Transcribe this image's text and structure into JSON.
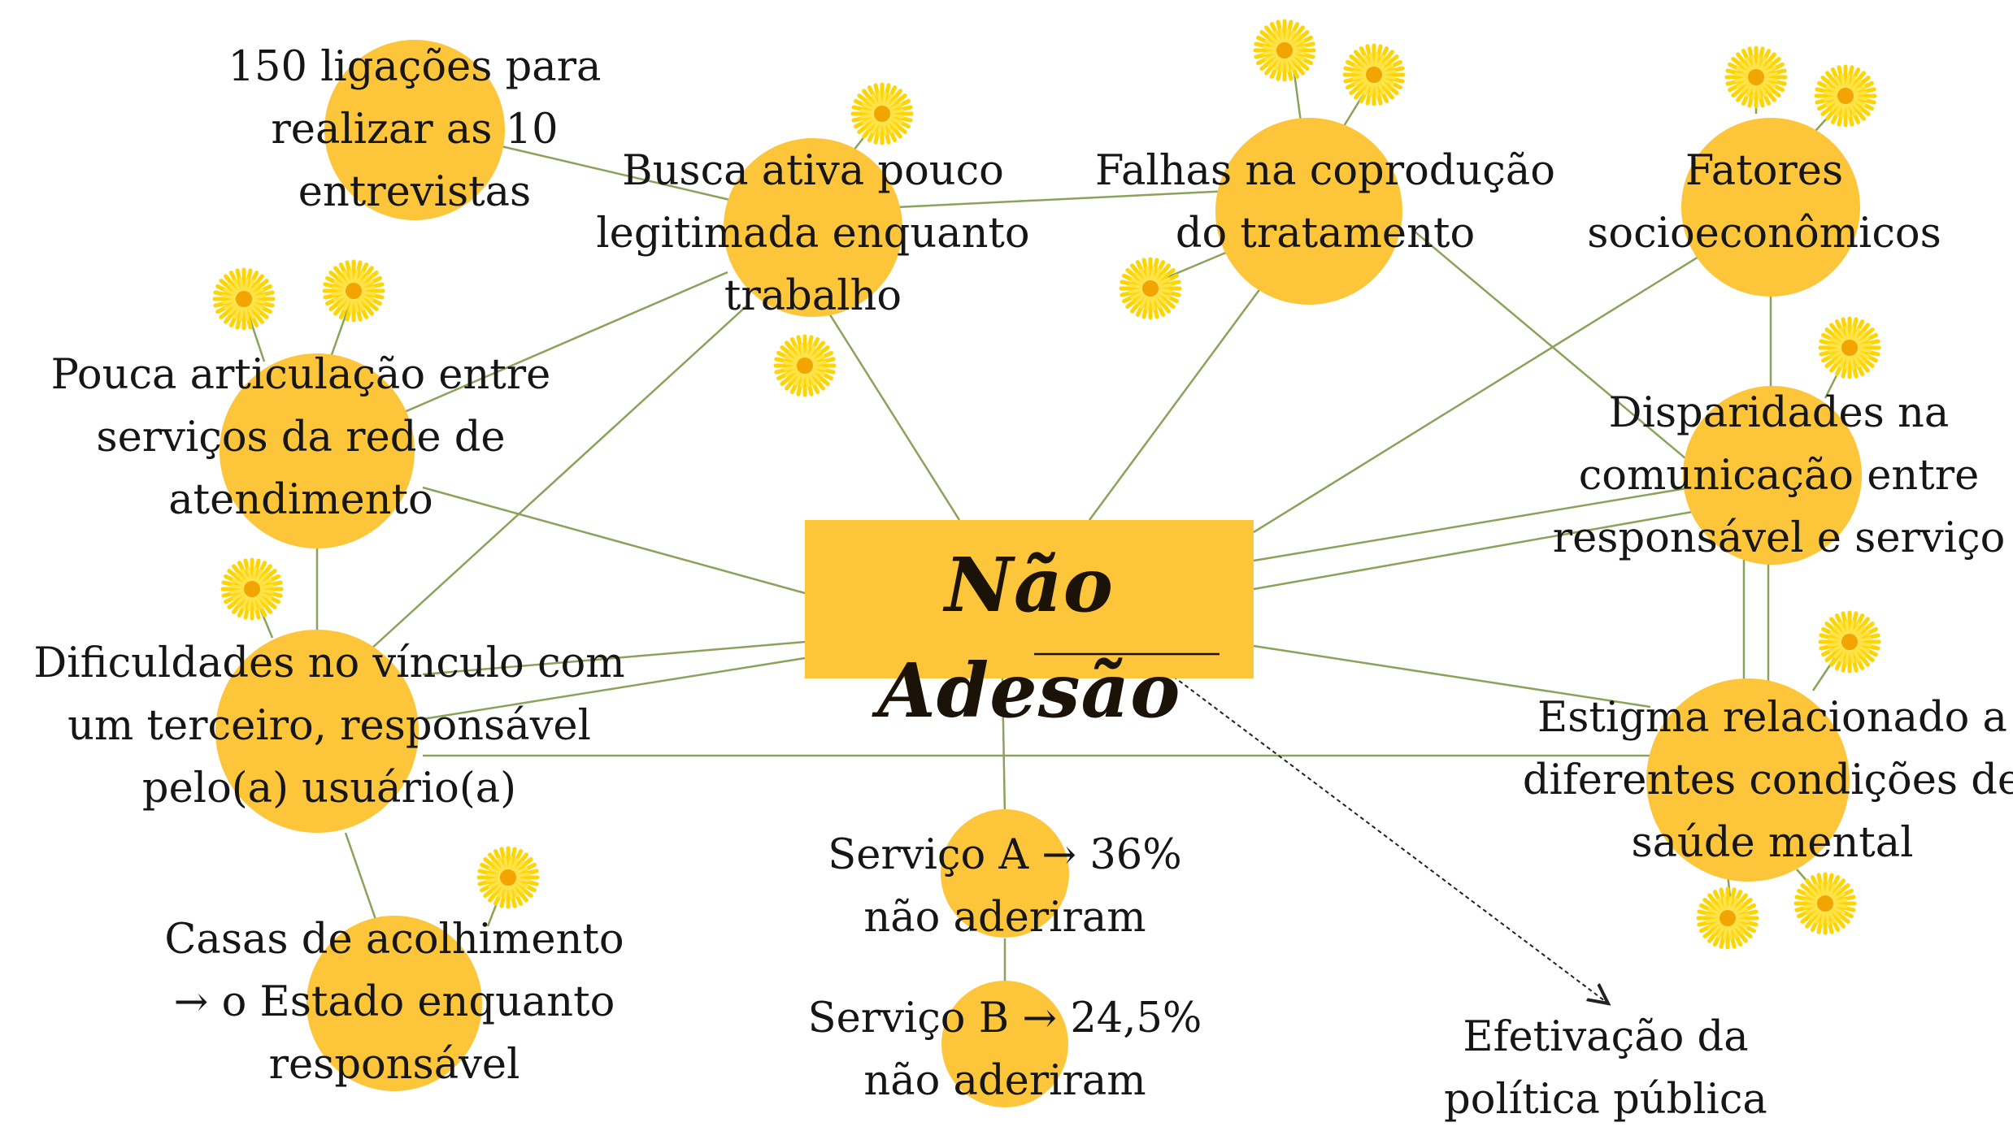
{
  "colors": {
    "node": "#fcc53a",
    "center": "#fcc53a",
    "edge": "#8aa35b",
    "flower": "#ffd400",
    "flower_center": "#f2a400",
    "text": "#161616"
  },
  "center": {
    "title": "Não Adesão"
  },
  "nodes": {
    "ligacoes": {
      "lines": [
        "150 ligações para",
        "realizar as 10",
        "entrevistas"
      ]
    },
    "busca": {
      "lines": [
        "Busca ativa pouco",
        "legitimada enquanto",
        "trabalho"
      ]
    },
    "falhas": {
      "lines": [
        "Falhas na coprodução",
        "do tratamento"
      ]
    },
    "fatores": {
      "lines": [
        "Fatores",
        "socioeconômicos"
      ]
    },
    "pouca": {
      "lines": [
        "Pouca articulação entre",
        "serviços da rede de",
        "atendimento"
      ]
    },
    "disparidades": {
      "lines": [
        "Disparidades na",
        "comunicação entre",
        "responsável e serviço"
      ]
    },
    "dificuldades": {
      "lines": [
        "Dificuldades no vínculo com",
        "um terceiro, responsável",
        "pelo(a) usuário(a)"
      ]
    },
    "estigma": {
      "lines": [
        "Estigma relacionado a",
        "diferentes condições  de",
        "saúde mental"
      ]
    },
    "servico_a": {
      "lines": [
        "Serviço A → 36%",
        "não aderiram"
      ]
    },
    "servico_b": {
      "lines": [
        "Serviço B → 24,5%",
        "não aderiram"
      ]
    },
    "casas": {
      "lines": [
        "Casas de acolhimento",
        "→ o Estado enquanto",
        "responsável"
      ]
    },
    "efetivacao": {
      "lines": [
        "Efetivação da",
        "política pública"
      ]
    }
  }
}
